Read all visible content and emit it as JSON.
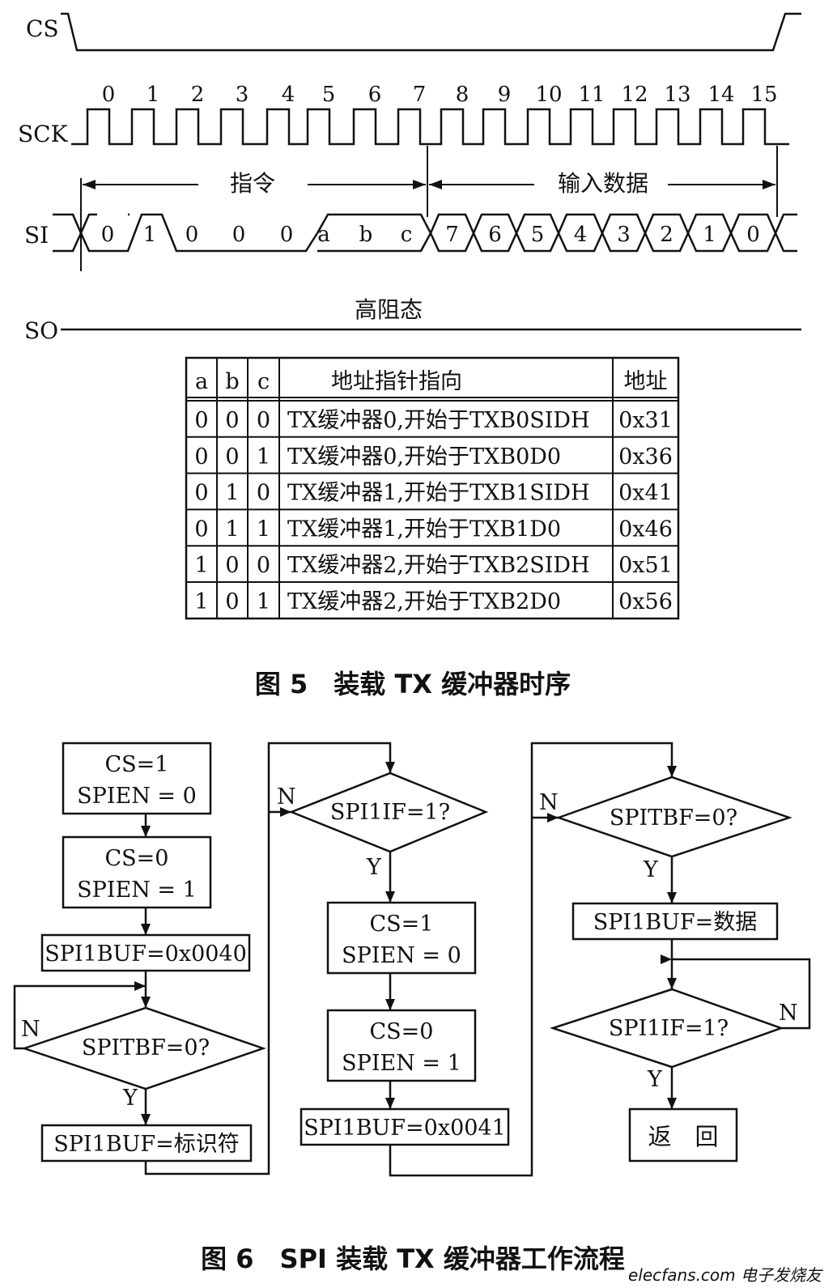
{
  "timing": {
    "signals": {
      "cs": "CS",
      "sck": "SCK",
      "si": "SI",
      "so": "SO"
    },
    "clock_numbers": [
      "0",
      "1",
      "2",
      "3",
      "4",
      "5",
      "6",
      "7",
      "8",
      "9",
      "10",
      "11",
      "12",
      "13",
      "14",
      "15"
    ],
    "instruction_label": "指令",
    "data_label": "输入数据",
    "instruction_bits": [
      "0",
      "1",
      "0",
      "0",
      "0",
      "a",
      "b",
      "c"
    ],
    "data_bits": [
      "7",
      "6",
      "5",
      "4",
      "3",
      "2",
      "1",
      "0"
    ],
    "so_state": "高阻态"
  },
  "table": {
    "headers": [
      "a",
      "b",
      "c",
      "地址指针指向",
      "地址"
    ],
    "rows": [
      [
        "0",
        "0",
        "0",
        "TX缓冲器0,开始于TXB0SIDH",
        "0x31"
      ],
      [
        "0",
        "0",
        "1",
        "TX缓冲器0,开始于TXB0D0",
        "0x36"
      ],
      [
        "0",
        "1",
        "0",
        "TX缓冲器1,开始于TXB1SIDH",
        "0x41"
      ],
      [
        "0",
        "1",
        "1",
        "TX缓冲器1,开始于TXB1D0",
        "0x46"
      ],
      [
        "1",
        "0",
        "0",
        "TX缓冲器2,开始于TXB2SIDH",
        "0x51"
      ],
      [
        "1",
        "0",
        "1",
        "TX缓冲器2,开始于TXB2D0",
        "0x56"
      ]
    ]
  },
  "captions": {
    "fig5": "图 5　装载 TX 缓冲器时序",
    "fig6": "图 6　SPI 装载 TX 缓冲器工作流程"
  },
  "flow": {
    "col1": {
      "box1": [
        "CS=1",
        "SPIEN = 0"
      ],
      "box2": [
        "CS=0",
        "SPIEN = 1"
      ],
      "box3": "SPI1BUF=0x0040",
      "decision": "SPITBF=0?",
      "box4": "SPI1BUF=标识符"
    },
    "col2": {
      "decision": "SPI1IF=1?",
      "box1": [
        "CS=1",
        "SPIEN = 0"
      ],
      "box2": [
        "CS=0",
        "SPIEN = 1"
      ],
      "box3": "SPI1BUF=0x0041"
    },
    "col3": {
      "decision1": "SPITBF=0?",
      "box1": "SPI1BUF=数据",
      "decision2": "SPI1IF=1?",
      "end": "返　回"
    },
    "yes": "Y",
    "no": "N"
  },
  "watermark": "elecfans.com 电子发烧友"
}
